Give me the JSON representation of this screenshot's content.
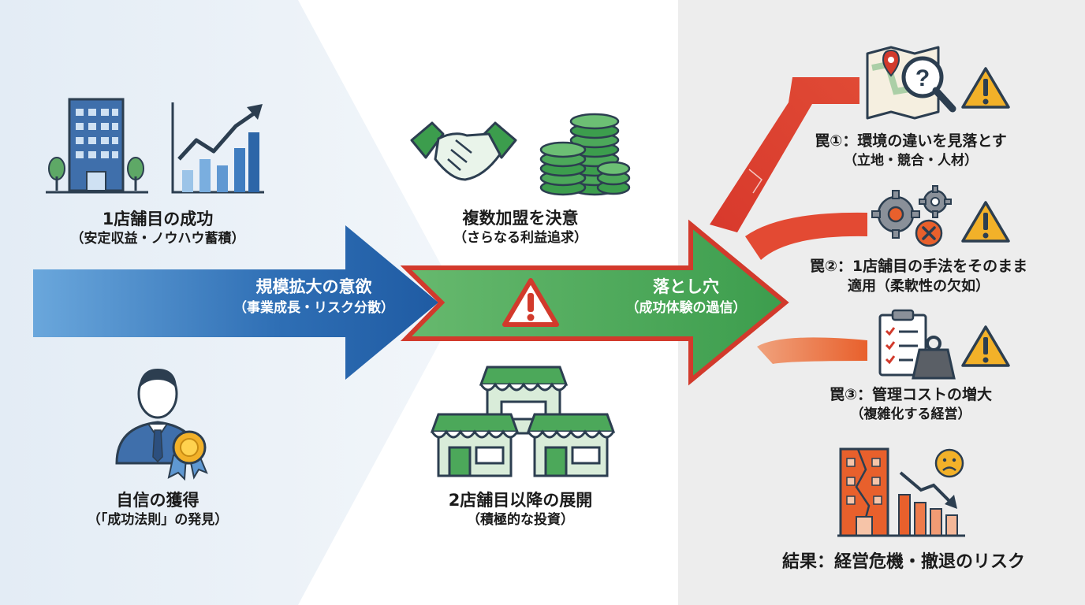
{
  "left": {
    "success": {
      "title": "1店舗目の成功",
      "sub": "（安定収益・ノウハウ蓄積）"
    },
    "confidence": {
      "title": "自信の獲得",
      "sub": "（「成功法則」の発見）"
    }
  },
  "blue_arrow": {
    "title": "規模拡大の意欲",
    "sub": "（事業成長・リスク分散）"
  },
  "middle": {
    "decision": {
      "title": "複数加盟を決意",
      "sub": "（さらなる利益追求）"
    },
    "expansion": {
      "title": "2店舗目以降の展開",
      "sub": "（積極的な投資）"
    }
  },
  "green_arrow": {
    "title": "落とし穴",
    "sub": "（成功体験の過信）"
  },
  "traps": [
    {
      "line1": "罠①：環境の違いを見落とす",
      "line2": "（立地・競合・人材）"
    },
    {
      "line1": "罠②：1店舗目の手法をそのまま",
      "line2": "適用（柔軟性の欠如）"
    },
    {
      "line1": "罠③：管理コストの増大",
      "line2": "（複雑化する経営）"
    }
  ],
  "result": {
    "title": "結果：経営危機・撤退のリスク"
  },
  "colors": {
    "blue": "#2a64aa",
    "green": "#4ca85a",
    "red": "#d23a2c",
    "orange": "#e8602c",
    "warning": "#f2b129",
    "panel_gray": "#ededed"
  }
}
